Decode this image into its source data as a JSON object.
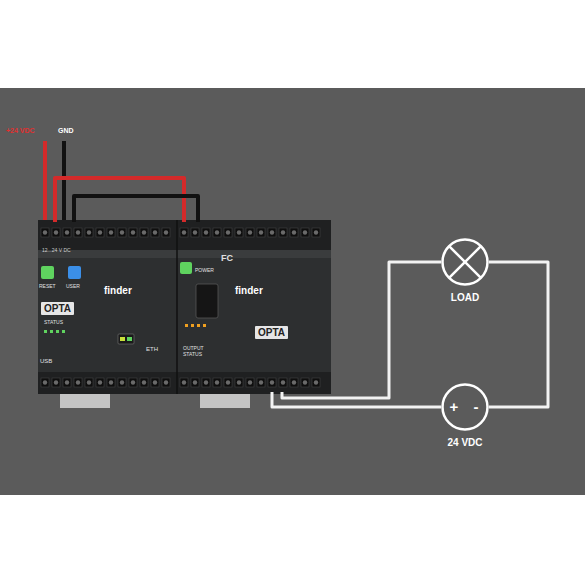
{
  "diagram": {
    "nodes": [
      {
        "text": [
          "RESET",
          "USER",
          "OPTA",
          "finder",
          "STATUS",
          "USB",
          "ETH",
          "12...24 V DC"
        ]
      },
      {
        "text": [
          "POWER",
          "FC",
          "finder",
          "OPTA",
          "OUTPUT STATUS"
        ]
      },
      {
        "text": [
          "LOAD"
        ]
      },
      {
        "text": [
          "+",
          "-",
          "24 VDC"
        ]
      }
    ],
    "edges": [
      {
        "from": 0,
        "to": 1,
        "arrow": "none"
      },
      {
        "from": 0,
        "to": 1,
        "arrow": "none"
      },
      {
        "from": 1,
        "to": 2,
        "arrow": "none"
      },
      {
        "from": 2,
        "to": 3,
        "arrow": "none"
      },
      {
        "from": 3,
        "to": 1,
        "arrow": "none"
      }
    ],
    "labels": [
      "+24 VDC",
      "GND"
    ]
  }
}
